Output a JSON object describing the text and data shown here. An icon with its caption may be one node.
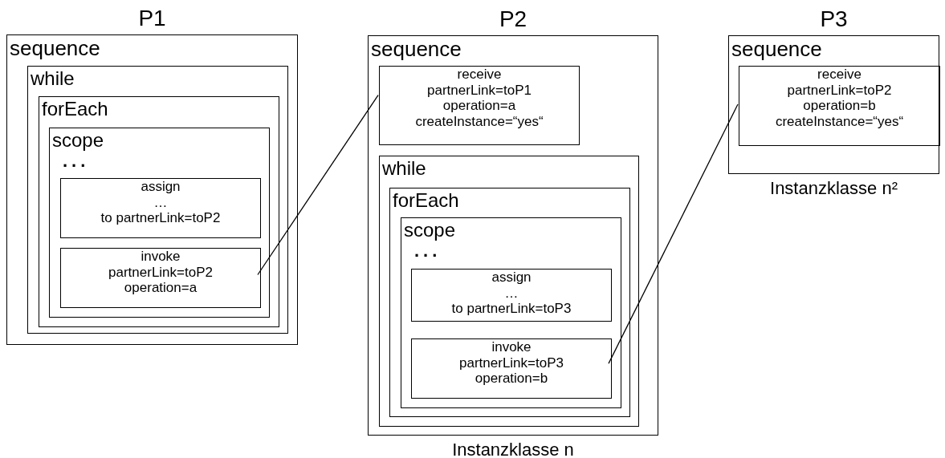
{
  "diagram": {
    "nodes": [
      {
        "text": [
          "P1",
          "sequence"
        ]
      },
      {
        "text": [
          "while"
        ],
        "in": 0
      },
      {
        "text": [
          "forEach"
        ],
        "in": 1
      },
      {
        "text": [
          "scope",
          "..."
        ],
        "in": 2
      },
      {
        "text": [
          "assign",
          "…",
          "to partnerLink=toP2"
        ],
        "in": 3
      },
      {
        "text": [
          "invoke",
          "partnerLink=toP2",
          "operation=a"
        ],
        "in": 3
      },
      {
        "text": [
          "P2",
          "sequence"
        ],
        "beside": [
          "Instanzklasse n"
        ]
      },
      {
        "text": [
          "receive",
          "partnerLink=toP1",
          "operation=a",
          "createInstance=“yes“"
        ],
        "in": 6
      },
      {
        "text": [
          "while"
        ],
        "in": 6
      },
      {
        "text": [
          "forEach"
        ],
        "in": 8
      },
      {
        "text": [
          "scope",
          "..."
        ],
        "in": 9
      },
      {
        "text": [
          "assign",
          "…",
          "to partnerLink=toP3"
        ],
        "in": 10
      },
      {
        "text": [
          "invoke",
          "partnerLink=toP3",
          "operation=b"
        ],
        "in": 10
      },
      {
        "text": [
          "P3",
          "sequence"
        ],
        "beside": [
          "Instanzklasse n²"
        ]
      },
      {
        "text": [
          "receive",
          "partnerLink=toP2",
          "operation=b",
          "createInstance=“yes“"
        ],
        "in": 13
      }
    ],
    "edges": [
      {
        "from": 5,
        "to": 7,
        "arrow": "none"
      },
      {
        "from": 12,
        "to": 14,
        "arrow": "none"
      }
    ]
  }
}
